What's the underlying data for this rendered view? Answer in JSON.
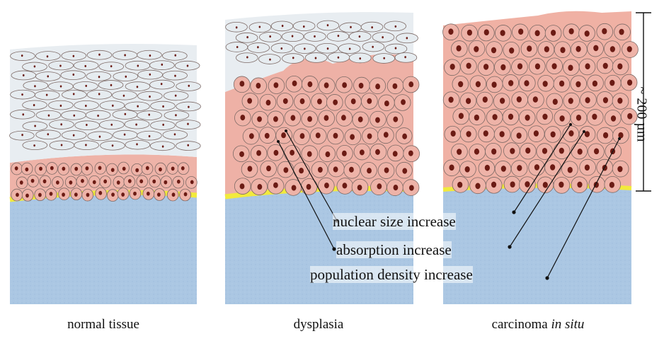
{
  "panels": {
    "normal": "normal tissue",
    "dysplasia": "dysplasia",
    "cis_main": "carcinoma",
    "cis_italic": "in situ"
  },
  "annotations": {
    "nuclear": "nuclear size increase",
    "absorption": "absorption increase",
    "density": "population density increase"
  },
  "scale_bar": "~ 200 µm",
  "colors": {
    "stroma": "#a9c6e2",
    "basement": "#f2ea3c",
    "basal_cells": "#eeb3a8",
    "superficial_cells": "#e6ecf0",
    "cell_outline": "#7d6a66",
    "nucleus": "#6b1b14"
  }
}
